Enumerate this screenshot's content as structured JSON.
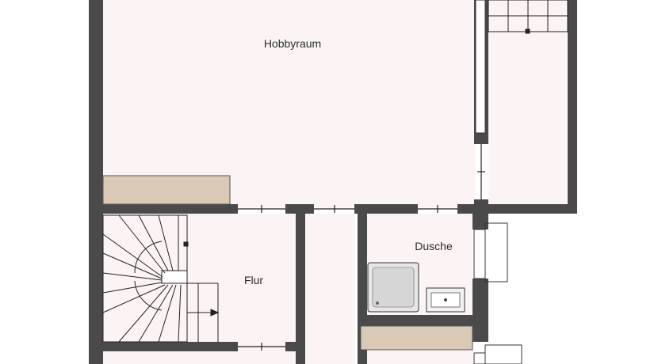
{
  "floor_plan": {
    "rooms": {
      "hobbyraum": {
        "label": "Hobbyraum"
      },
      "flur": {
        "label": "Flur"
      },
      "dusche": {
        "label": "Dusche"
      }
    },
    "colors": {
      "wall": "#4a4a4a",
      "floor": "#fcf4f4",
      "counter": "#d9c9b5",
      "fixture": "#e6e6e6",
      "line": "#222222"
    }
  }
}
